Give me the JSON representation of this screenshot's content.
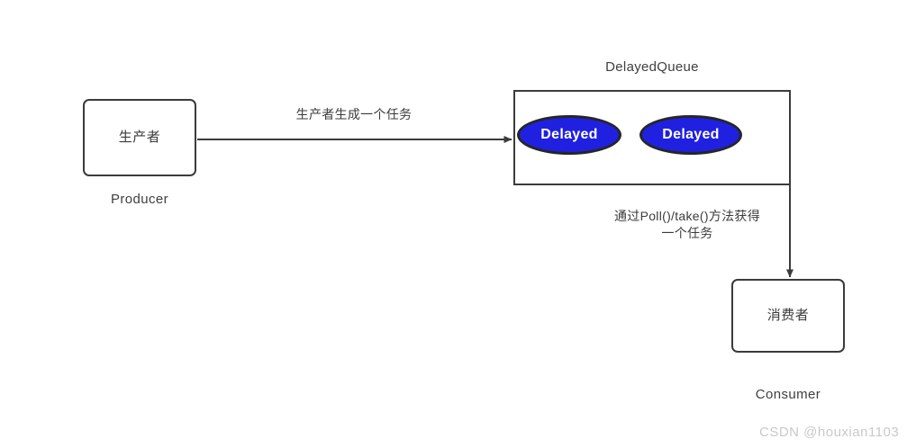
{
  "diagram": {
    "type": "flow-diagram",
    "background_color": "#ffffff",
    "stroke_color": "#3b3b3b",
    "accent_color": "#2020e0"
  },
  "nodes": {
    "producer": {
      "text": "生产者",
      "caption": "Producer"
    },
    "consumer": {
      "text": "消费者",
      "caption": "Consumer"
    },
    "queue": {
      "title": "DelayedQueue",
      "items": [
        {
          "label": "Delayed"
        },
        {
          "label": "Delayed"
        }
      ]
    }
  },
  "edges": {
    "produce": {
      "label": "生产者生成一个任务"
    },
    "consume": {
      "label": "通过Poll()/take()方法获得\n一个任务"
    }
  },
  "watermark": {
    "text": "CSDN @houxian1103"
  }
}
